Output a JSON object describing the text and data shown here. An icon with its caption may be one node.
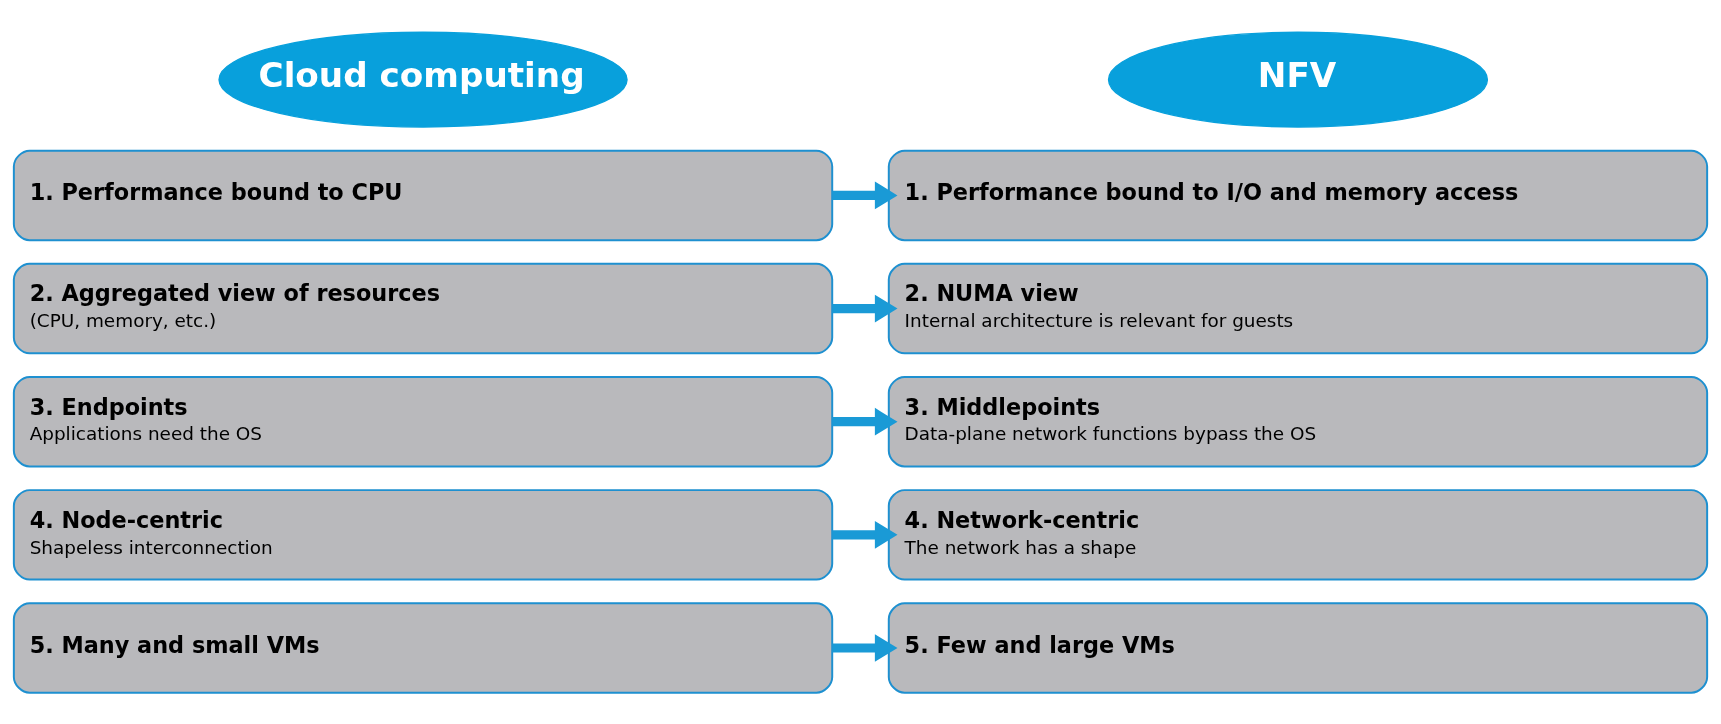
{
  "diagram": {
    "nodes": [
      {
        "text": [
          "Cloud computing"
        ]
      },
      {
        "text": [
          "NFV"
        ]
      },
      {
        "text": [
          "1. Performance bound to CPU"
        ]
      },
      {
        "text": [
          "1. Performance bound to I/O and memory access"
        ]
      },
      {
        "text": [
          "2. Aggregated view of resources",
          "(CPU, memory, etc.)"
        ]
      },
      {
        "text": [
          "2. NUMA view",
          "Internal architecture is relevant for guests"
        ]
      },
      {
        "text": [
          "3. Endpoints",
          "Applications need the OS"
        ]
      },
      {
        "text": [
          "3. Middlepoints",
          "Data-plane network functions bypass the OS"
        ]
      },
      {
        "text": [
          "4. Node-centric",
          "Shapeless interconnection"
        ]
      },
      {
        "text": [
          "4. Network-centric",
          "The network has a shape"
        ]
      },
      {
        "text": [
          "5. Many and small VMs"
        ]
      },
      {
        "text": [
          "5. Few and large VMs"
        ]
      }
    ],
    "edges": [
      {
        "from": 2,
        "to": 3,
        "arrow": "to"
      },
      {
        "from": 4,
        "to": 5,
        "arrow": "to"
      },
      {
        "from": 6,
        "to": 7,
        "arrow": "to"
      },
      {
        "from": 8,
        "to": 9,
        "arrow": "to"
      },
      {
        "from": 10,
        "to": 11,
        "arrow": "to"
      }
    ]
  }
}
